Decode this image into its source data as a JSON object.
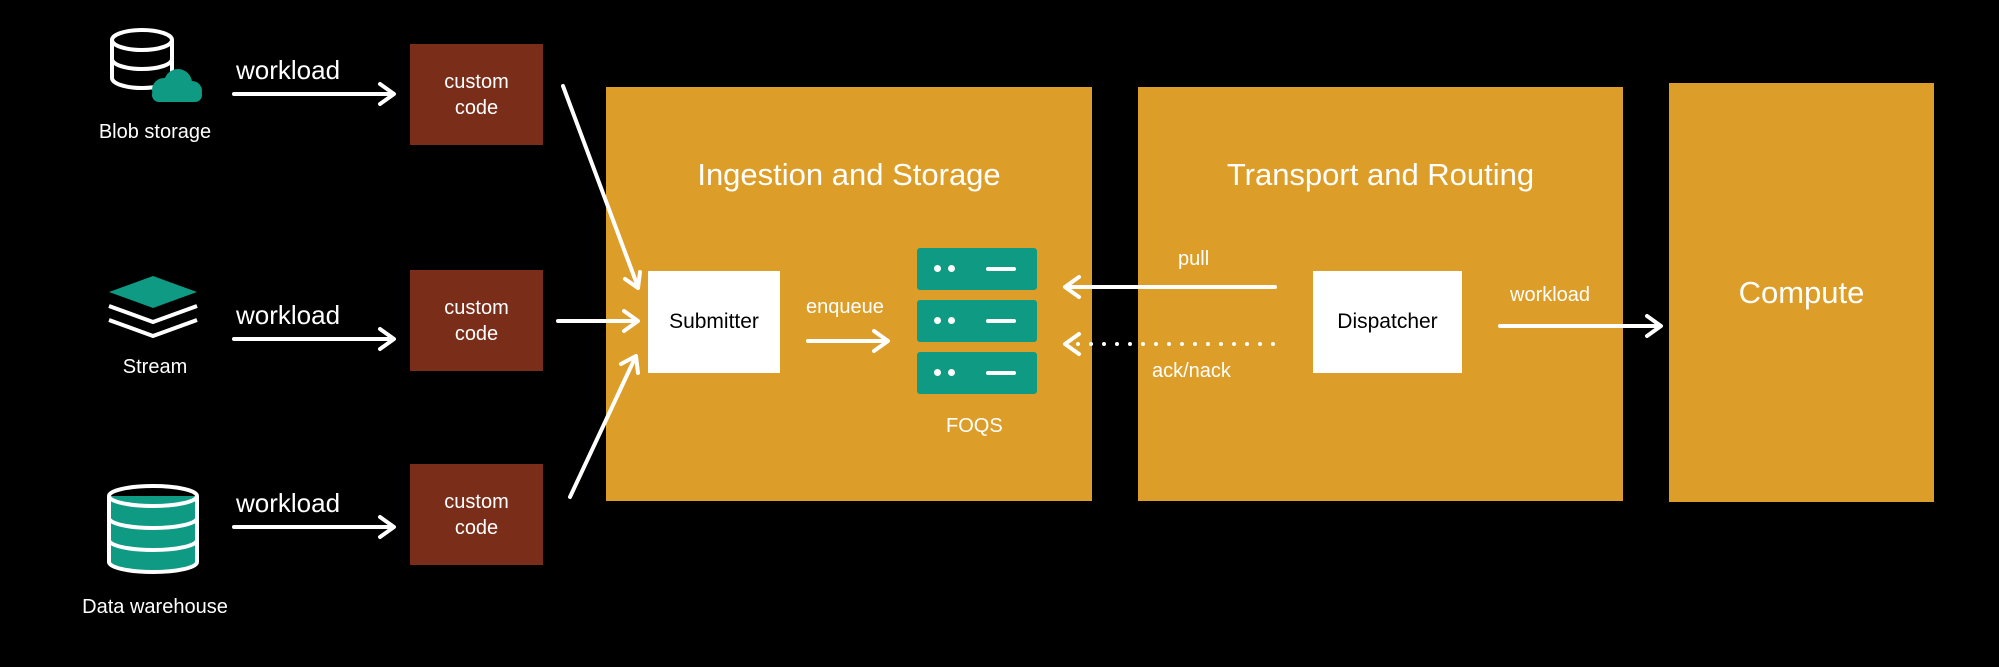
{
  "sources": [
    {
      "label": "Blob storage",
      "icon": "blob-storage-icon"
    },
    {
      "label": "Stream",
      "icon": "stream-layers-icon"
    },
    {
      "label": "Data warehouse",
      "icon": "data-warehouse-icon"
    }
  ],
  "workload_label": "workload",
  "custom_code_label": "custom\ncode",
  "ingestion": {
    "title": "Ingestion and Storage",
    "submitter": "Submitter",
    "enqueue": "enqueue",
    "foqs": "FOQS"
  },
  "transport": {
    "title": "Transport and Routing",
    "pull": "pull",
    "ack": "ack/nack",
    "dispatcher": "Dispatcher",
    "workload": "workload"
  },
  "compute": {
    "title": "Compute"
  },
  "colors": {
    "panel": "#dd9e29",
    "custom": "#7a2e1a",
    "teal": "#0e9a83",
    "background": "#000000"
  }
}
